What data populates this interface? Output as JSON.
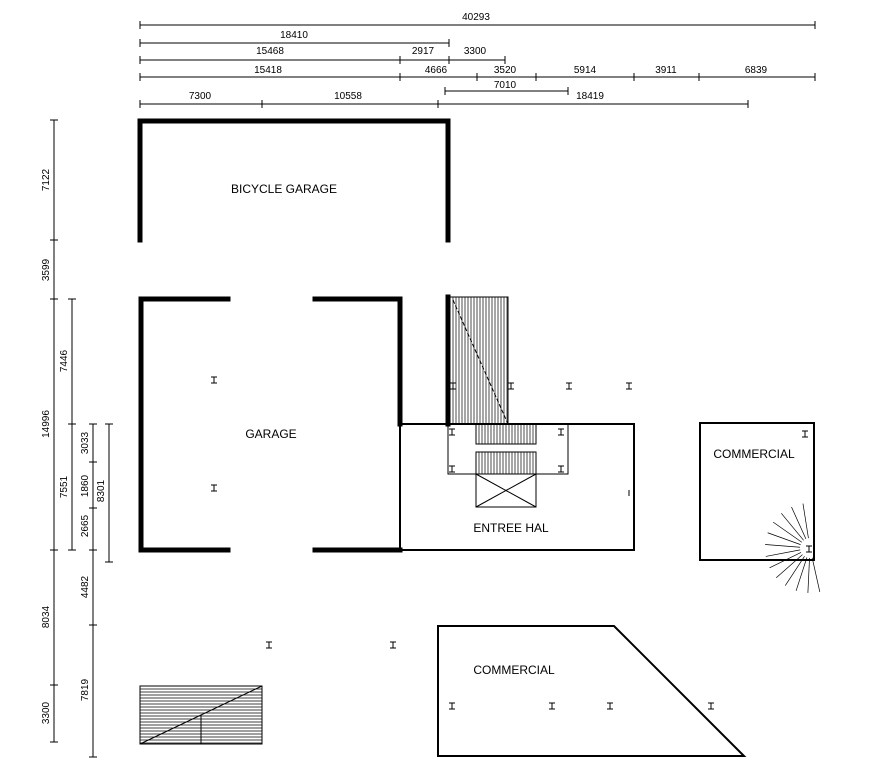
{
  "rooms": {
    "bicycle_garage": "BICYCLE GARAGE",
    "garage": "GARAGE",
    "entree_hal": "ENTREE HAL",
    "commercial_right": "COMMERCIAL",
    "commercial_bottom": "COMMERCIAL"
  },
  "dimensions": {
    "top": {
      "row1": [
        "40293"
      ],
      "row2": [
        "18410"
      ],
      "row3": [
        "15468",
        "2917",
        "3300"
      ],
      "row4": [
        "15418",
        "4666",
        "3520",
        "5914",
        "3911",
        "6839"
      ],
      "row5": [
        "7010"
      ],
      "row6": [
        "7300",
        "10558",
        "18419"
      ]
    },
    "left": {
      "col1": [
        "7122",
        "3599",
        "14996",
        "8034",
        "3300"
      ],
      "col2": [
        "7446",
        "7551",
        "4482",
        "7819"
      ],
      "col3": [
        "3033",
        "1860",
        "2665"
      ],
      "col4": [
        "8301"
      ]
    }
  }
}
